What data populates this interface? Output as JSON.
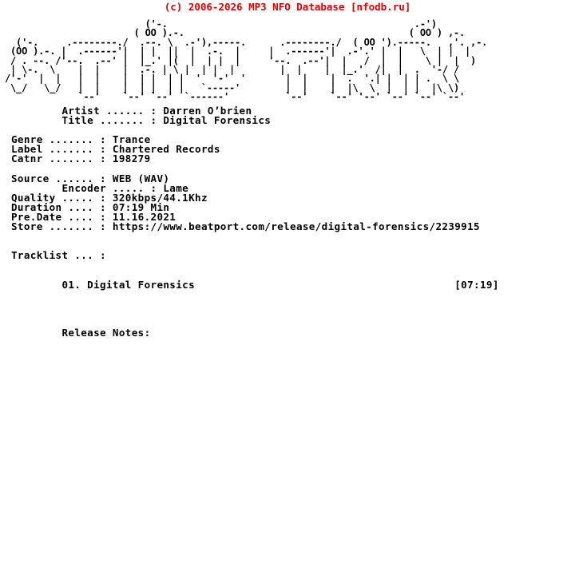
{
  "header": {
    "copyright": "(c) 2006-2026 MP3 NFO Database [nfodb.ru]",
    "copyright_color": "#dd0000",
    "site_name": "nfodb.ru",
    "years": "2006-2026"
  },
  "logo": {
    "alt_text": "CHARTERED",
    "ascii": "                         ('-.                                            .-')\n                       ( OO ).-.                                        ( OO ) ,-.\n  ('-.     .--------./  .--. \\  .-'),-----.      .--------./  ( OO ').-----.   ,'. ,-.\n (OO ).-. |  .------'|  | |  ||  |  .-.  |     |  .------'|  .-'.' |  |   \\  | |  |\n / . --. /'--.  .--' |  |_.' |(  |  | |  |     '--.  .--'|  |   /  |  |    \\ |  |  )\n | \\-.  \\    |  |    |  .-. | \\ |  | |  |        |  |    |  |_.'  /|  |  .  '-/ /\n/'-'  |  |   |  |    |  | |  | |  '  '-'  '       |  |    |  .  '.| |  | | .  \\ \\\n \\_/   \\_/   |  |    |  | |  | |   `-----'        |  |    |  |\\  \\  |  | |  |\\ \\)\n             `--'    `--' `--'  `------'          `--'    `--' '--' `--' `--' `--'"
  },
  "fields": {
    "artist": {
      "label": "Artist ......",
      "separator": ":",
      "value": "Darren O’brien"
    },
    "title": {
      "label": "Title .......",
      "separator": ":",
      "value": "Digital Forensics"
    },
    "genre": {
      "label": "Genre .......",
      "separator": ":",
      "value": "Trance"
    },
    "label": {
      "label": "Label .......",
      "separator": ":",
      "value": "Chartered Records"
    },
    "catnr": {
      "label": "Catnr .......",
      "separator": ":",
      "value": "198279"
    },
    "source": {
      "label": "Source ......",
      "separator": ":",
      "value": "WEB (WAV)"
    },
    "encoder": {
      "label": "Encoder .....",
      "separator": ":",
      "value": "Lame"
    },
    "quality": {
      "label": "Quality .....",
      "separator": ":",
      "value": "320kbps/44.1Khz"
    },
    "duration": {
      "label": "Duration ....",
      "separator": ":",
      "value": "07:19 Min"
    },
    "predate": {
      "label": "Pre.Date ....",
      "separator": ":",
      "value": "11.16.2021"
    },
    "store": {
      "label": "Store .......",
      "separator": ":",
      "value": "https://www.beatport.com/release/digital-forensics/2239915"
    }
  },
  "blocks": {
    "artist_title": "        Artist ...... : Darren O’brien\n        Title ....... : Digital Forensics",
    "release_info": "Genre ....... : Trance\nLabel ....... : Chartered Records\nCatnr ....... : 198279",
    "technical": "Source ...... : WEB (WAV)\n        Encoder ..... : Lame\nQuality ..... : 320kbps/44.1Khz\nDuration .... : 07:19 Min\nPre.Date .... : 11.16.2021\nStore ....... : https://www.beatport.com/release/digital-forensics/2239915",
    "tracklist_heading": "Tracklist ... :",
    "tracklist_rows": "        01. Digital Forensics                                         [07:19]",
    "release_notes_heading": "        Release Notes:"
  },
  "tracklist": {
    "heading": "Tracklist ... :",
    "tracks": [
      {
        "number": "01.",
        "title": "Digital Forensics",
        "duration": "[07:19]"
      }
    ]
  },
  "notes": {
    "heading": "Release Notes:",
    "body": ""
  }
}
